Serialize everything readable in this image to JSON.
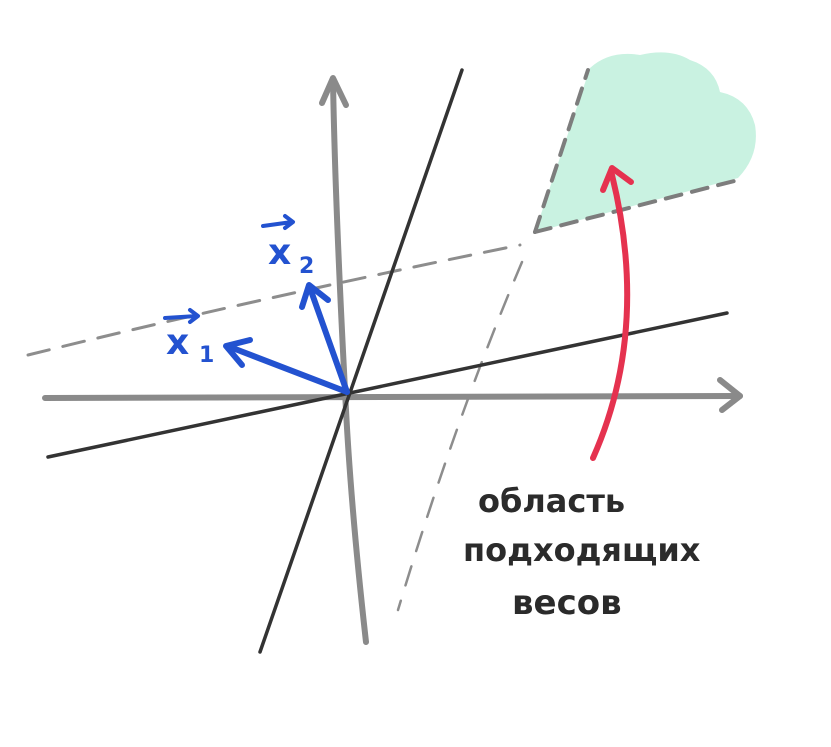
{
  "labels": {
    "vector_1": "x",
    "vector_1_index": "1",
    "vector_2": "x",
    "vector_2_index": "2",
    "region_line_1": "область",
    "region_line_2": "подходящих",
    "region_line_3": "весов"
  },
  "colors": {
    "axis": "#8a8a8a",
    "boundary_line": "#333333",
    "vector": "#2352d0",
    "region_fill": "#c9f2e1",
    "dashed": "#7d7d7d",
    "pointer_arrow": "#e5324f",
    "text": "#2b2b2b"
  },
  "icons": {
    "vector_arrow": "arrow-head",
    "pointer": "arrow-up"
  }
}
